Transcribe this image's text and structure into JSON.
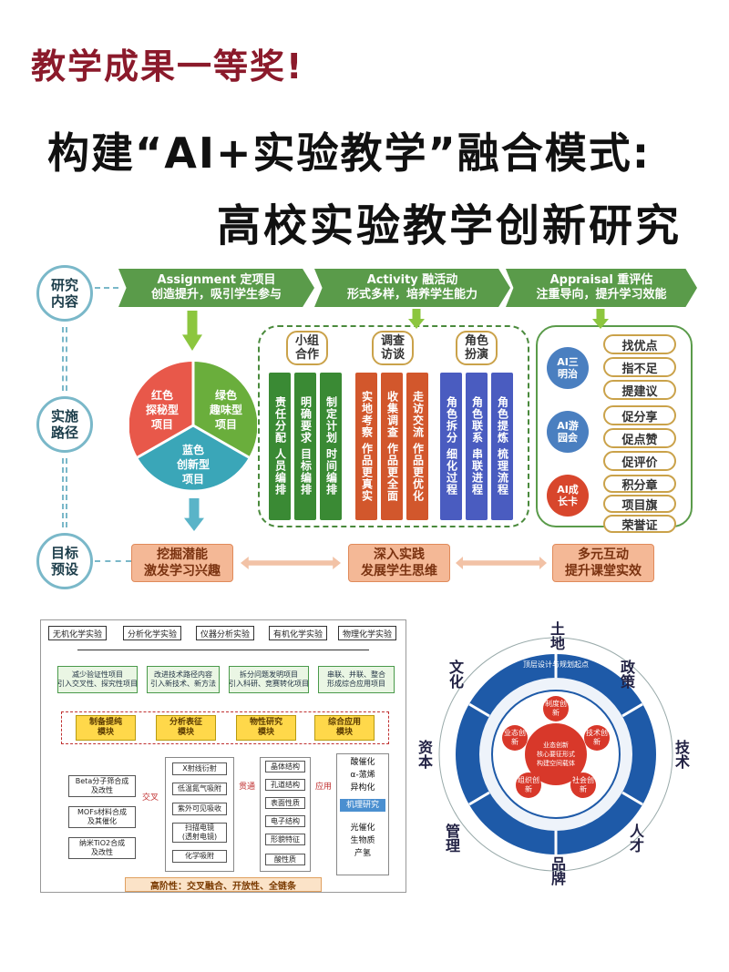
{
  "header": {
    "award": "教学成果一等奖!",
    "title_line1": "构建“AI+实验教学”融合模式:",
    "title_line2": "高校实验教学创新研究"
  },
  "left_circles": {
    "research": "研究\n内容",
    "path": "实施\n路径",
    "goal": "目标\n预设"
  },
  "banners": [
    {
      "title": "Assignment  定项目",
      "sub": "创造提升，吸引学生参与"
    },
    {
      "title": "Activity  融活动",
      "sub": "形式多样，培养学生能力"
    },
    {
      "title": "Appraisal  重评估",
      "sub": "注重导向，提升学习效能"
    }
  ],
  "pie": {
    "red": "红色\n探秘型\n项目",
    "green": "绿色\n趣味型\n项目",
    "blue": "蓝色\n创新型\n项目"
  },
  "activity_groups": [
    {
      "label": "小组\n合作",
      "cols": [
        "责任分配 人员编排",
        "明确要求 目标编排",
        "制定计划 时间编排"
      ],
      "color": "#3a8a34"
    },
    {
      "label": "调查\n访谈",
      "cols": [
        "实地考察 作品更真实",
        "收集调查 作品更全面",
        "走访交流 作品更优化"
      ],
      "color": "#d2572c"
    },
    {
      "label": "角色\n扮演",
      "cols": [
        "角色拆分 细化过程",
        "角色联系 串联进程",
        "角色提炼 梳理流程"
      ],
      "color": "#4a5cc0"
    }
  ],
  "appraisal_groups": [
    {
      "label": "AI三\n明治",
      "items": [
        "找优点",
        "指不足",
        "提建议"
      ]
    },
    {
      "label": "AI游\n园会",
      "items": [
        "促分享",
        "促点赞",
        "促评价"
      ]
    },
    {
      "label": "AI成\n长卡",
      "items": [
        "积分章",
        "项目旗",
        "荣誉证"
      ]
    }
  ],
  "outcomes": [
    "挖掘潜能\n激发学习兴趣",
    "深入实践\n发展学生思维",
    "多元互动\n提升课堂实效"
  ],
  "bottom_left": {
    "top_tags": [
      "无机化学实验",
      "分析化学实验",
      "仪器分析实验",
      "有机化学实验",
      "物理化学实验"
    ],
    "green_boxes": [
      "减少验证性项目\n引入交叉性、探究性项目",
      "改进技术路径内容\n引入新技术、新方法",
      "拆分问题发明项目\n引入科研、竞赛转化项目",
      "串联、并联、整合\n形成综合应用项目"
    ],
    "yellow_modules": [
      "制备提纯\n模块",
      "分析表征\n模块",
      "物性研究\n模块",
      "综合应用\n模块"
    ],
    "left_items": [
      "Beta分子筛合成\n及改性",
      "MOFs材料合成\n及其催化",
      "纳米TiO2合成\n及改性"
    ],
    "mid_items": [
      "X射线衍射",
      "低温氮气吸附",
      "紫外可见吸收",
      "扫描电镜\n(透射电镜)",
      "化学吸附"
    ],
    "right_items": [
      "晶体结构",
      "孔道结构",
      "表面性质",
      "电子结构",
      "形貌特征",
      "酸性质"
    ],
    "far_right": [
      "酸催化",
      "α-蒎烯",
      "异构化",
      "机理研究",
      "光催化",
      "生物质",
      "产氢"
    ],
    "arrow_labels": [
      "交叉",
      "贯通",
      "应用"
    ],
    "footer": "高阶性：交叉融合、开放性、全链条"
  },
  "bottom_right": {
    "outer_labels": [
      "土地",
      "政策",
      "技术",
      "人才",
      "品牌",
      "管理",
      "资本",
      "文化"
    ],
    "center": "业态创新\n核心要征形式\n构建空间载体",
    "inner": [
      "制度创新",
      "技术创新",
      "社会创新",
      "组织创新",
      "业态创新"
    ],
    "arc_text": "顶层设计与规划起点"
  }
}
